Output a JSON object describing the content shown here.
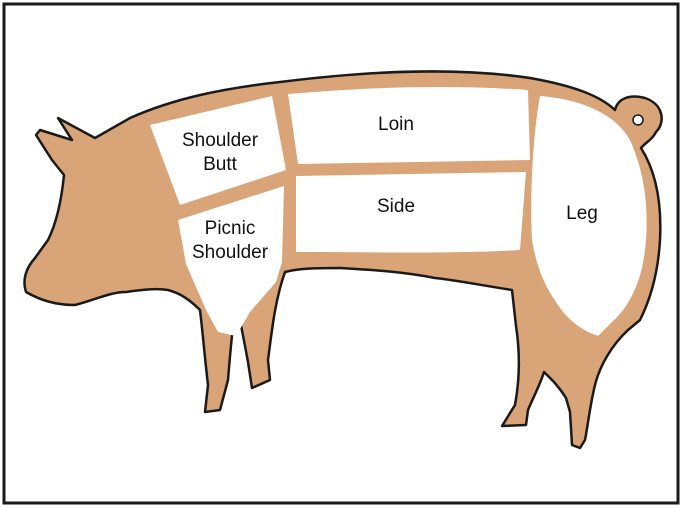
{
  "colors": {
    "body": "#d8a478",
    "outline": "#1a1a1a",
    "cut": "#ffffff",
    "border": "#1a1a1a",
    "background": "#ffffff"
  },
  "cuts": {
    "shoulder_butt": {
      "line1": "Shoulder",
      "line2": "Butt"
    },
    "picnic_shoulder": {
      "line1": "Picnic",
      "line2": "Shoulder"
    },
    "loin": {
      "label": "Loin"
    },
    "side": {
      "label": "Side"
    },
    "leg": {
      "label": "Leg"
    }
  }
}
